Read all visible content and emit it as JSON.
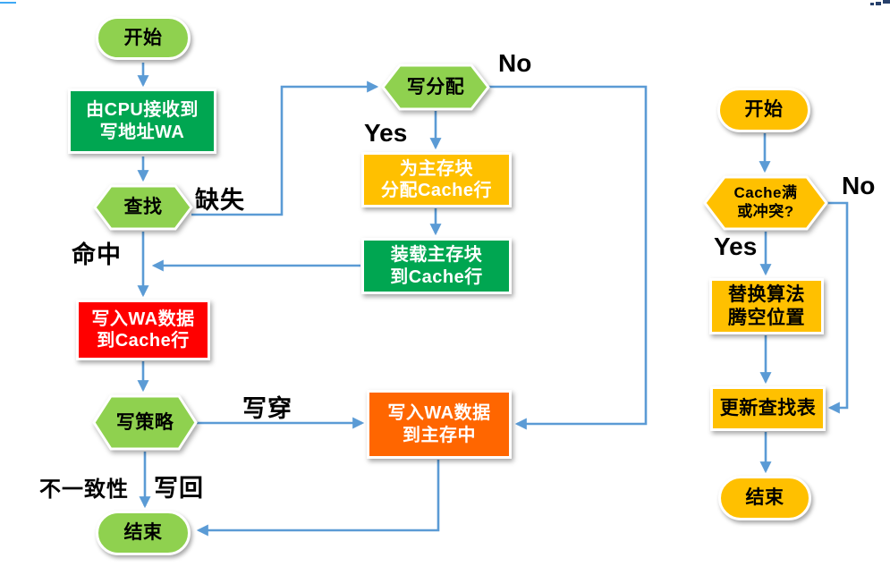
{
  "colors": {
    "light_green": "#8FD14F",
    "dark_green": "#00A651",
    "amber": "#FFC000",
    "red": "#FF0000",
    "orange": "#FF6600",
    "connector_blue": "#5B9BD5",
    "deco_line_blue": "#3FA9F5",
    "deco_mark_navy": "#27406B"
  },
  "left_chart": {
    "nodes": {
      "start": {
        "label": "开始"
      },
      "receive": {
        "label": "由CPU接收到\n写地址WA"
      },
      "lookup": {
        "label": "查找"
      },
      "write_allocate": {
        "label": "写分配"
      },
      "alloc_line": {
        "label": "为主存块\n分配Cache行"
      },
      "load_block": {
        "label": "装载主存块\n到Cache行"
      },
      "write_cache": {
        "label": "写入WA数据\n到Cache行"
      },
      "write_policy": {
        "label": "写策略"
      },
      "write_mem": {
        "label": "写入WA数据\n到主存中"
      },
      "end": {
        "label": "结束"
      }
    },
    "edge_labels": {
      "miss": "缺失",
      "hit": "命中",
      "yes": "Yes",
      "no": "No",
      "write_through": "写穿",
      "write_back": "写回",
      "inconsistency": "不一致性"
    }
  },
  "right_chart": {
    "nodes": {
      "start": {
        "label": "开始"
      },
      "condition": {
        "label": "Cache满\n或冲突?"
      },
      "replace": {
        "label": "替换算法\n腾空位置"
      },
      "update": {
        "label": "更新查找表"
      },
      "end": {
        "label": "结束"
      }
    },
    "edge_labels": {
      "no": "No",
      "yes": "Yes"
    }
  }
}
